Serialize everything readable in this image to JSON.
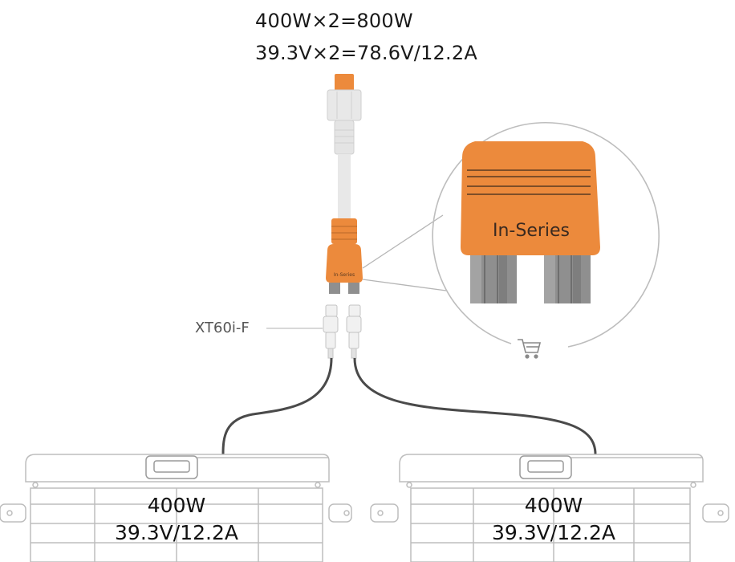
{
  "output": {
    "power_line": "400W×2=800W",
    "electrical_line": "39.3V×2=78.6V/12.2A"
  },
  "adapter": {
    "badge_label": "In-Series",
    "connector_label": "XT60i-F"
  },
  "panels": [
    {
      "power": "400W",
      "electrical": "39.3V/12.2A"
    },
    {
      "power": "400W",
      "electrical": "39.3V/12.2A"
    }
  ],
  "icons": {
    "cart": "shopping-cart-icon"
  },
  "colors": {
    "accent": "#ec8a3c",
    "cable": "#e6e6e6",
    "wire": "#4a4a4a",
    "outline": "#bdbdbd"
  }
}
